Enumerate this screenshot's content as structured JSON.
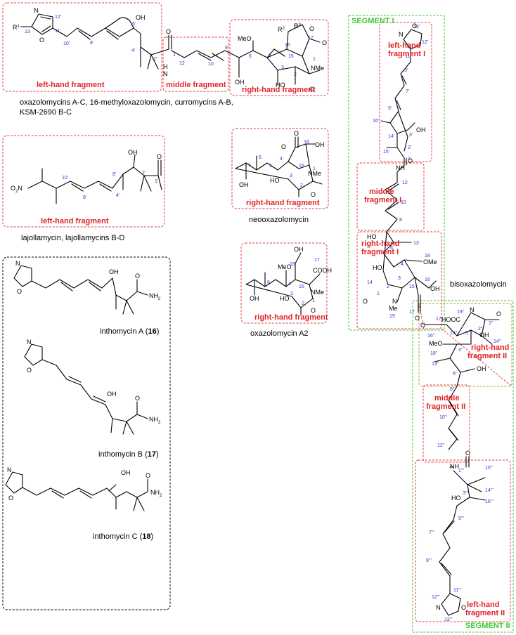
{
  "segments": {
    "seg1": "SEGMENT I",
    "seg2": "SEGMENT II"
  },
  "fragments": {
    "left_hand": "left-hand fragment",
    "middle": "middle fragment",
    "right_hand": "right-hand fragment",
    "left_hand_lj": "left-hand fragment",
    "right_hand_neo": "right-hand fragment",
    "right_hand_a2": "right-hand fragment",
    "left_hand_I_1": "left-hand",
    "left_hand_I_2": "fragment I",
    "middle_I_1": "middle",
    "middle_I_2": "fragment I",
    "right_hand_I_1": "right-hand",
    "right_hand_I_2": "fragment I",
    "right_hand_II_1": "right-hand",
    "right_hand_II_2": "fragment II",
    "middle_II_1": "middle",
    "middle_II_2": "fragment II",
    "left_hand_II_1": "left-hand",
    "left_hand_II_2": "fragment II"
  },
  "captions": {
    "oxazolomycins_1": "oxazolomycins A-C, 16-methyloxazolomycin, curromycins A-B,",
    "oxazolomycins_2": "KSM-2690 B-C",
    "lajollamycin": "lajollamycin, lajollamycins B-D",
    "neooxazolomycin": "neooxazolomycin",
    "oxazolomycin_a2": "oxazolomycin A2",
    "bisoxazolomycin": "bisoxazolomycin",
    "inthomycin_a": "inthomycin A (",
    "inthomycin_a_num": "16",
    "inthomycin_b": "inthomycin B (",
    "inthomycin_b_num": "17",
    "inthomycin_c": "inthomycin C (",
    "inthomycin_c_num": "18",
    "close_paren": ")"
  },
  "atoms": {
    "R1": "R",
    "R1_sup": "1",
    "R2": "R",
    "R2_sup": "2",
    "R3": "R",
    "R3_sup": "3",
    "N": "N",
    "O": "O",
    "OH": "OH",
    "HO": "HO",
    "MeO": "MeO",
    "OMe": "OMe",
    "NMe": "NMe",
    "NH": "NH",
    "H": "H",
    "NH2": "NH",
    "NH2_sub": "2",
    "O2N": "O",
    "O2N_sub": "2",
    "O2N_N": "N",
    "COOH": "COOH",
    "Me": "Me",
    "HOOC": "HOOC"
  },
  "numbers": {
    "n1": "1",
    "n2": "2",
    "n3": "3",
    "n4": "4",
    "n5": "5",
    "n6": "6",
    "n7": "7",
    "n8": "8",
    "n10": "10",
    "n12": "12",
    "n13": "13",
    "n14": "14",
    "n15": "15",
    "n16": "16",
    "n17": "17",
    "n18": "18",
    "n19": "19",
    "p1": "1'",
    "p2": "2'",
    "p3": "3'",
    "p4": "4'",
    "p5": "5'",
    "p6": "6'",
    "p7": "7'",
    "p8": "8'",
    "p9": "9'",
    "p10": "10'",
    "p11": "11'",
    "p12": "12'",
    "p13": "13'",
    "p14": "14'",
    "p15": "15'",
    "p16": "16'",
    "pp1": "1''",
    "pp2": "2''",
    "pp3": "3''",
    "pp4": "4''",
    "pp6": "6''",
    "pp8": "8''",
    "pp10": "10''",
    "pp12": "12''",
    "pp13": "13''",
    "pp14": "14''",
    "pp15": "15''",
    "pp16": "16''",
    "pp17": "17''",
    "pp18": "18''",
    "pp19": "19''",
    "ppp1": "1'''",
    "ppp3": "3'''",
    "ppp5": "5'''",
    "ppp7": "7'''",
    "ppp9": "9'''",
    "ppp11": "11'''",
    "ppp12": "12'''",
    "ppp13": "13'''",
    "ppp14": "14'''",
    "ppp15": "15'''",
    "ppp16": "16'''"
  },
  "colors": {
    "fragment_red": "#e0242a",
    "segment_green": "#3cc832",
    "numbering_blue": "#2a3bd0"
  }
}
